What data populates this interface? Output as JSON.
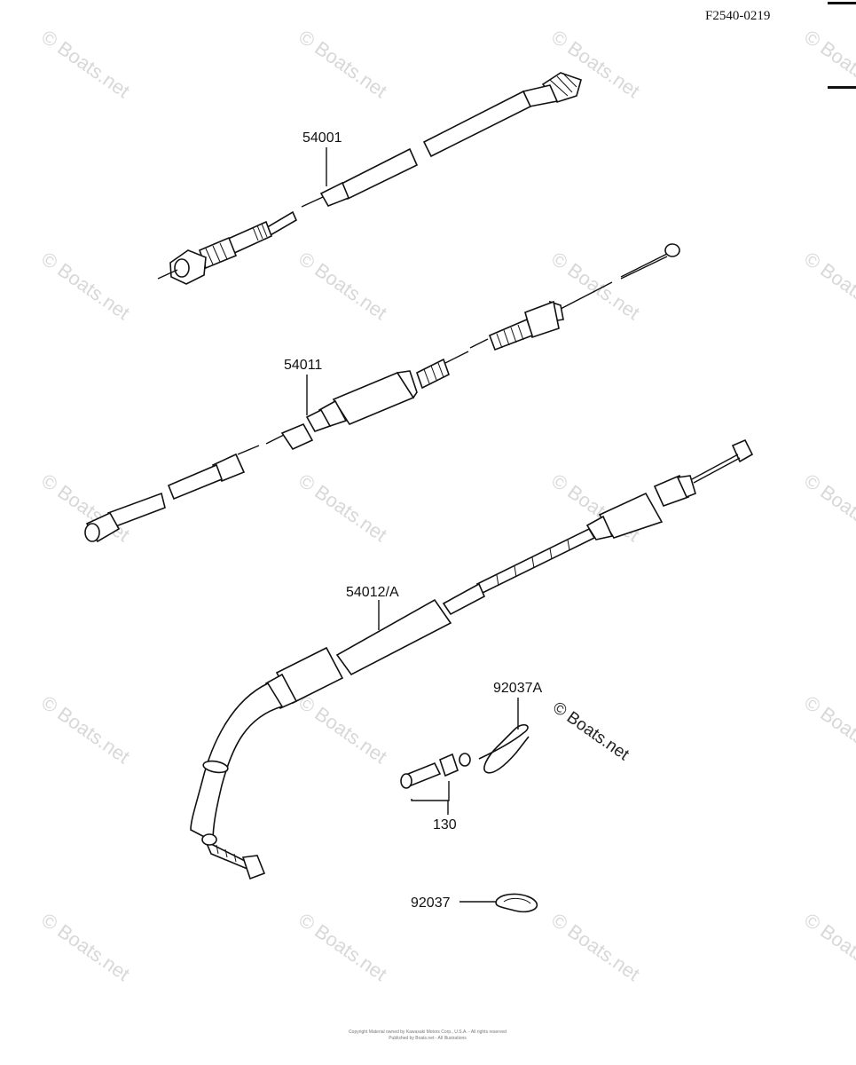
{
  "diagram_code": "F2540-0219",
  "callouts": {
    "speedometer_cable": "54001",
    "clutch_cable": "54011",
    "throttle_cable": "54012/A",
    "cable_strap": "92037A",
    "bolt_set": "130",
    "clamp": "92037"
  },
  "watermark": {
    "prominent": "© Boats.net",
    "faint": "© Boats.net"
  },
  "footer": {
    "line1": "Copyright Material owned by Kawasaki Motors Corp., U.S.A. - All rights reserved",
    "line2": "Published by Boats.net - All Illustrations"
  }
}
